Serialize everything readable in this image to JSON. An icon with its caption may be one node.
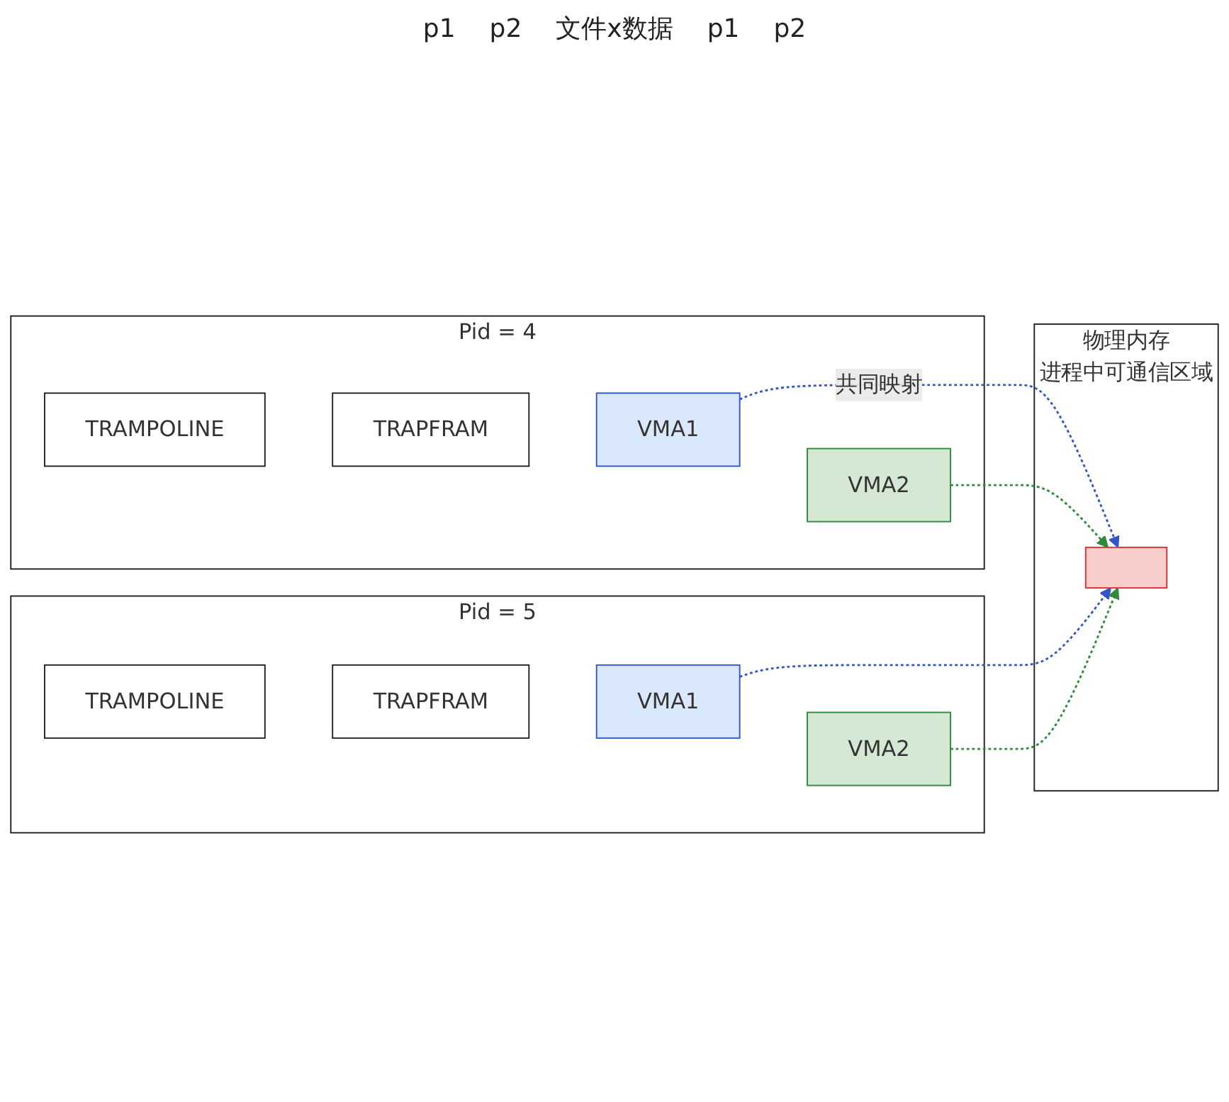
{
  "diagram": {
    "nodes": [
      {
        "text": [
          "Pid = 4"
        ]
      },
      {
        "text": [
          "TRAMPOLINE"
        ],
        "in": 0
      },
      {
        "text": [
          "TRAPFRAM"
        ],
        "in": 0
      },
      {
        "text": [
          "VMA1"
        ],
        "in": 0
      },
      {
        "text": [
          "VMA2"
        ],
        "in": 0
      },
      {
        "text": [
          "Pid = 5"
        ]
      },
      {
        "text": [
          "TRAMPOLINE"
        ],
        "in": 5
      },
      {
        "text": [
          "TRAPFRAM"
        ],
        "in": 5
      },
      {
        "text": [
          "VMA1"
        ],
        "in": 5
      },
      {
        "text": [
          "VMA2"
        ],
        "in": 5
      },
      {
        "text": [
          "物理内存",
          "进程中可通信区域"
        ]
      },
      {
        "text": [],
        "shape": "box",
        "in": 10
      }
    ],
    "edges": [
      {
        "from": 3,
        "to": 11,
        "arrow": "to",
        "style": "dashed",
        "color": "#3355cc",
        "label": "共同映射"
      },
      {
        "from": 4,
        "to": 11,
        "arrow": "to",
        "style": "dashed",
        "color": "#2e8b3e"
      },
      {
        "from": 8,
        "to": 11,
        "arrow": "to",
        "style": "dashed",
        "color": "#3355cc"
      },
      {
        "from": 9,
        "to": 11,
        "arrow": "to",
        "style": "dashed",
        "color": "#2e8b3e"
      }
    ],
    "labels": [
      "p1",
      "p2",
      "文件x数据",
      "p1",
      "p2"
    ]
  }
}
